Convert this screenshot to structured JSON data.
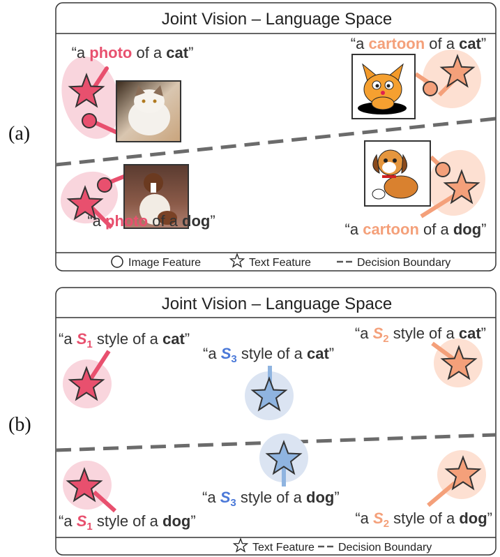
{
  "colors": {
    "photo": "#e8506e",
    "cartoon": "#f4a07a",
    "s3": "#4a78d8",
    "text": "#333333",
    "boundary": "#6b6b6b"
  },
  "panel_a": {
    "label": "(a)",
    "title": "Joint Vision – Language Space",
    "captions": {
      "photo_cat": {
        "open": "“a ",
        "style": "photo",
        "mid": " of a ",
        "obj": "cat",
        "close": "”"
      },
      "cartoon_cat": {
        "open": "“a ",
        "style": "cartoon",
        "mid": " of a ",
        "obj": "cat",
        "close": "”"
      },
      "photo_dog": {
        "open": "“a ",
        "style": "photo",
        "mid": " of a ",
        "obj": "dog",
        "close": "”"
      },
      "cartoon_dog": {
        "open": "“a ",
        "style": "cartoon",
        "mid": " of a ",
        "obj": "dog",
        "close": "”"
      }
    },
    "legend": {
      "image": "Image Feature",
      "text": "Text Feature",
      "boundary": "Decision Boundary"
    }
  },
  "panel_b": {
    "label": "(b)",
    "title": "Joint Vision – Language Space",
    "captions": {
      "s1_cat": {
        "open": "“a ",
        "s": "S",
        "n": "1",
        "mid": " style of a ",
        "obj": "cat",
        "close": "”"
      },
      "s2_cat": {
        "open": "“a ",
        "s": "S",
        "n": "2",
        "mid": " style of a ",
        "obj": "cat",
        "close": "”"
      },
      "s3_cat": {
        "open": "“a ",
        "s": "S",
        "n": "3",
        "mid": " style of a ",
        "obj": "cat",
        "close": "”"
      },
      "s3_dog": {
        "open": "“a ",
        "s": "S",
        "n": "3",
        "mid": " style of a ",
        "obj": "dog",
        "close": "”"
      },
      "s1_dog": {
        "open": "“a ",
        "s": "S",
        "n": "1",
        "mid": " style of a ",
        "obj": "dog",
        "close": "”"
      },
      "s2_dog": {
        "open": "“a ",
        "s": "S",
        "n": "2",
        "mid": " style of a ",
        "obj": "dog",
        "close": "”"
      }
    },
    "legend": {
      "text": "Text Feature",
      "boundary": "Decision Boundary"
    }
  }
}
